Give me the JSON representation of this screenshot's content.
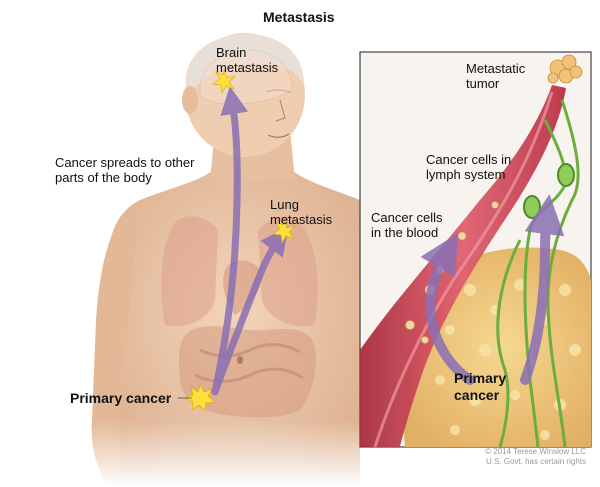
{
  "title": "Metastasis",
  "labels": {
    "brain": [
      "Brain",
      "metastasis"
    ],
    "spread": [
      "Cancer spreads to other",
      "parts of the body"
    ],
    "lung": [
      "Lung",
      "metastasis"
    ],
    "primary_body": "Primary cancer",
    "metastatic_tumor": [
      "Metastatic",
      "tumor"
    ],
    "lymph": [
      "Cancer cells in",
      "lymph system"
    ],
    "blood": [
      "Cancer cells",
      "in the blood"
    ],
    "primary_inset": [
      "Primary",
      "cancer"
    ]
  },
  "copyright": [
    "© 2014 Terese Winslow LLC",
    "U.S. Govt. has certain rights"
  ],
  "colors": {
    "skin": "#eac3a3",
    "arrow": "#8a6fb5",
    "vessel": "#c0394b",
    "lymph": "#6cae3c",
    "tumor_tissue": "#efc678",
    "star": "#ffe03a"
  }
}
